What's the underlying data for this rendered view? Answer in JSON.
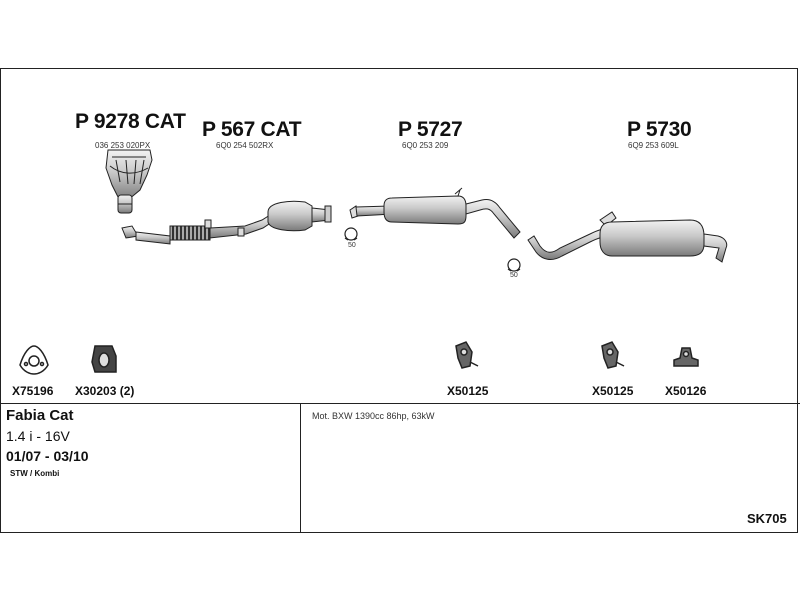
{
  "parts": [
    {
      "title": "P 9278 CAT",
      "oem": "036 253 020PX"
    },
    {
      "title": "P 567 CAT",
      "oem": "6Q0 254 502RX"
    },
    {
      "title": "P 5727",
      "oem": "6Q0 253 209"
    },
    {
      "title": "P 5730",
      "oem": "6Q9 253 609L"
    }
  ],
  "clamp_sizes": [
    "50",
    "50"
  ],
  "hardware": [
    "X75196",
    "X30203 (2)",
    "X50125",
    "X50125",
    "X50126"
  ],
  "vehicle": {
    "model": "Fabia Cat",
    "engine": "1.4 i - 16V",
    "dates": "01/07 - 03/10",
    "body": "STW / Kombi"
  },
  "notes": "Mot. BXW 1390cc 86hp, 63kW",
  "diagram_code": "SK705"
}
